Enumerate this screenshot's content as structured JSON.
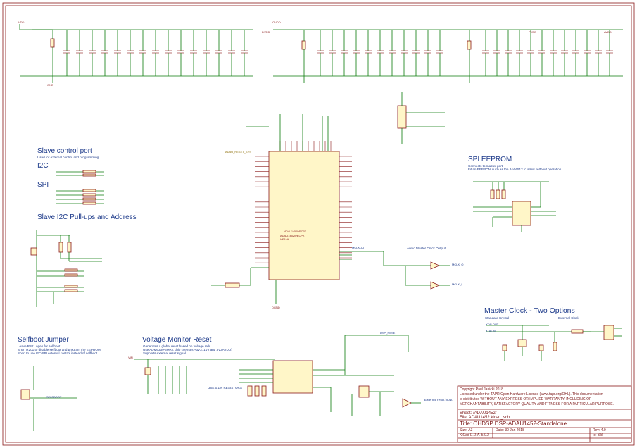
{
  "sections": {
    "slave_control": "Slave control port",
    "slave_control_note": "Used for external control and programming",
    "i2c": "I2C",
    "spi": "SPI",
    "slave_i2c": "Slave I2C Pull-ups and Address",
    "spi_eeprom": "SPI EEPROM",
    "spi_eeprom_note1": "Connects to master port",
    "spi_eeprom_note2": "Fit an EEPROM such as the 24AA512 to allow selfboot operation",
    "master_clock": "Master Clock - Two Options",
    "standard_crystal": "Standard Crystal",
    "external_clock": "External Clock",
    "selfboot": "Selfboot Jumper",
    "selfboot_note1": "Leave R201 open for selfboot.",
    "selfboot_note2": "Short R201 to disable selfboot and program the EEPROM.",
    "selfboot_note3": "Short to use I2C/SPI external control instead of selfboot.",
    "voltage_monitor": "Voltage Monitor Reset",
    "vm_note1": "Generates a global reset based on voltage rails",
    "vm_note2": "Use ADM6339-6MRZ chip (Senses +3V3, 1V2 and 3V3AVDD)",
    "vm_note3": "Supports external reset signal",
    "audio_master_clock": "Audio Master Clock Output",
    "external_reset": "External reset input",
    "use_resistors": "USE 0.1% RESISTORS"
  },
  "nets": {
    "vdd": "VDD",
    "dvdd": "DVDD",
    "iovdd": "IOVDD",
    "pvdd": "PVDD",
    "avdd": "AVDD",
    "gnd": "GND",
    "dgnd": "DGND",
    "dsp_reset": "DSP_RESET",
    "selfboot": "SELFBOOT",
    "xtalout": "XTALOUT",
    "xtalin": "XTALIN",
    "mclkout": "MCLKOUT",
    "adau_reset": "ADAU_RESET_SYS",
    "mclk_o": "MCLK_O",
    "mclk_i": "MCLK_I",
    "vin": "VIN"
  },
  "chip": {
    "name": "ADAU1452WBCPZ",
    "ref": "U201A"
  },
  "title_block": {
    "copyright1": "Copyright Paul Janicki 2018",
    "copyright2": "Licensed under the TAPR Open Hardware License (www.tapr.org/OHL). This documentation",
    "copyright3": "is distributed WITHOUT ANY EXPRESS OR IMPLIED WARRANTY, INCLUDING OF",
    "copyright4": "MERCHANTABILITY, SATISFACTORY QUALITY AND FITNESS FOR A PARTICULAR PURPOSE.",
    "sheet": "Sheet: /ADAU1452/",
    "file": "File: ADAU1452.kicad_sch",
    "title": "Title: OHDSP DSP-ADAU1452-Standalone",
    "size": "Size: A3",
    "date": "Date: 30 Jan 2018",
    "rev": "Rev: 4.0",
    "tool": "KiCad E.D.A. 5.0.2",
    "id": "Id: 3/8"
  }
}
